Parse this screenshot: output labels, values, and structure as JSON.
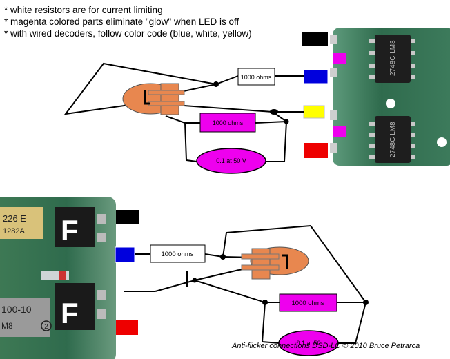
{
  "notes": [
    "* white resistors are for current limiting",
    "* magenta colored parts eliminate \"glow\" when LED is off",
    "* with wired decoders, follow color code (blue, white, yellow)"
  ],
  "top_diagram": {
    "resistor_white": "1000 ohms",
    "resistor_magenta": "1000 ohms",
    "capacitor": "0.1 at 50 V",
    "chip_label_1": "2748C LM8",
    "chip_label_2": "2748C LM8"
  },
  "bottom_diagram": {
    "resistor_white": "1000 ohms",
    "resistor_magenta": "1000 ohms",
    "capacitor": "0.1 at 50",
    "pad_letter_1": "F",
    "pad_letter_2": "F",
    "part_label_1": "226 E",
    "part_label_2": "1282A",
    "part_label_3": "100-10",
    "part_label_4": "M8",
    "part_label_5": "2"
  },
  "credit": "Anti-flicker connections DSD-LC © 2010 Bruce Petrarca",
  "colors": {
    "black_wire": "#000000",
    "blue_wire": "#0000dd",
    "yellow_wire": "#ffff00",
    "red_wire": "#ee0000",
    "white_wire": "#ffffff",
    "magenta": "#ee00ee",
    "led_body": "#e8874f",
    "pcb_green": "#2f6b4d"
  }
}
